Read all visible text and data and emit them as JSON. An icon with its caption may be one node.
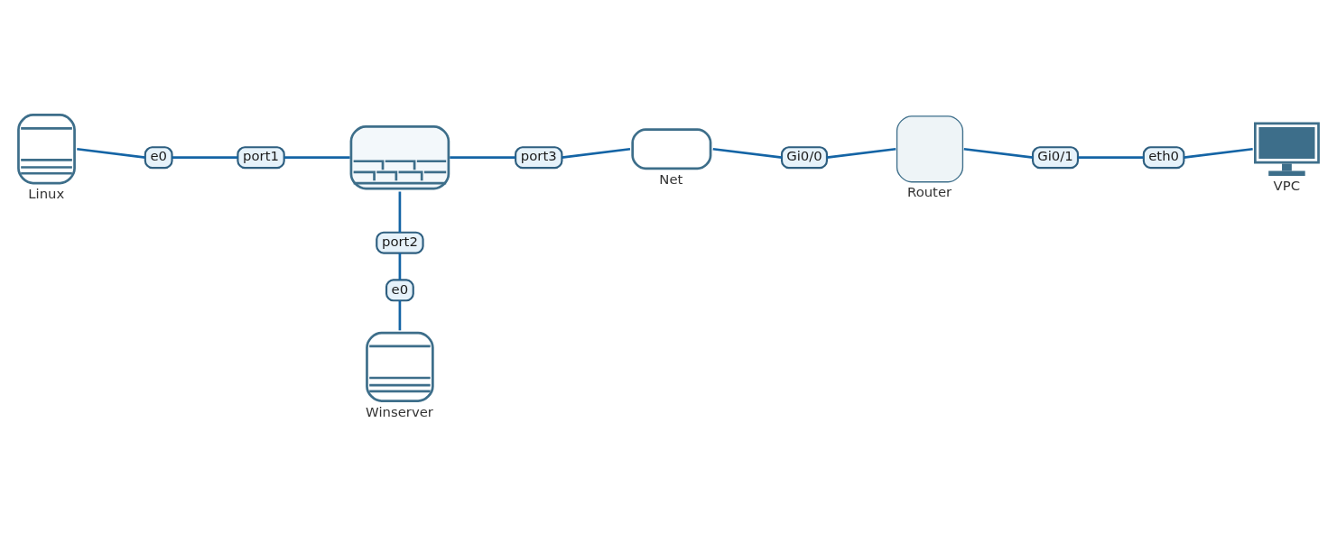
{
  "diagram": {
    "nodes": [
      {
        "text": [
          "Linux"
        ]
      },
      {
        "text": [
          "e0"
        ]
      },
      {
        "text": [
          "port1"
        ]
      },
      {
        "text": [],
        "shape": "picture"
      },
      {
        "text": [
          "port3"
        ]
      },
      {
        "text": [
          "Net"
        ]
      },
      {
        "text": [
          "Gi0/0"
        ]
      },
      {
        "text": [
          "Router"
        ]
      },
      {
        "text": [
          "Gi0/1"
        ]
      },
      {
        "text": [
          "eth0"
        ]
      },
      {
        "text": [
          "VPC"
        ]
      },
      {
        "text": [
          "port2"
        ]
      },
      {
        "text": [
          "e0"
        ]
      },
      {
        "text": [
          "Winserver"
        ]
      }
    ],
    "edges": [
      {
        "from": 0,
        "to": 1,
        "arrow": "none"
      },
      {
        "from": 1,
        "to": 2,
        "arrow": "none"
      },
      {
        "from": 2,
        "to": 3,
        "arrow": "none"
      },
      {
        "from": 3,
        "to": 4,
        "arrow": "none"
      },
      {
        "from": 4,
        "to": 5,
        "arrow": "none"
      },
      {
        "from": 5,
        "to": 6,
        "arrow": "none"
      },
      {
        "from": 6,
        "to": 7,
        "arrow": "none"
      },
      {
        "from": 7,
        "to": 8,
        "arrow": "none"
      },
      {
        "from": 8,
        "to": 9,
        "arrow": "none"
      },
      {
        "from": 9,
        "to": 10,
        "arrow": "none"
      },
      {
        "from": 3,
        "to": 11,
        "arrow": "none"
      },
      {
        "from": 11,
        "to": 12,
        "arrow": "none"
      },
      {
        "from": 12,
        "to": 13,
        "arrow": "none"
      }
    ]
  }
}
